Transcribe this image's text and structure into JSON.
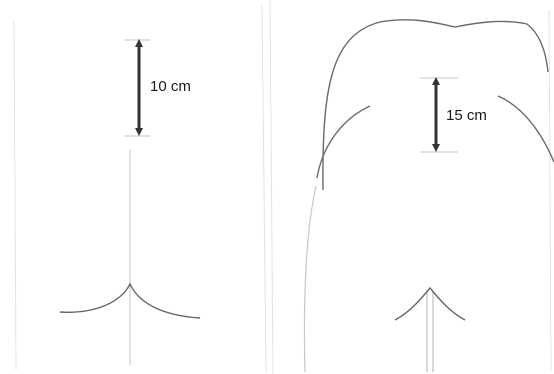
{
  "panels": [
    {
      "id": "left",
      "measurement_label": "10 cm",
      "measurement_value": 10,
      "measurement_unit": "cm"
    },
    {
      "id": "right",
      "measurement_label": "15 cm",
      "measurement_value": 15,
      "measurement_unit": "cm"
    }
  ]
}
